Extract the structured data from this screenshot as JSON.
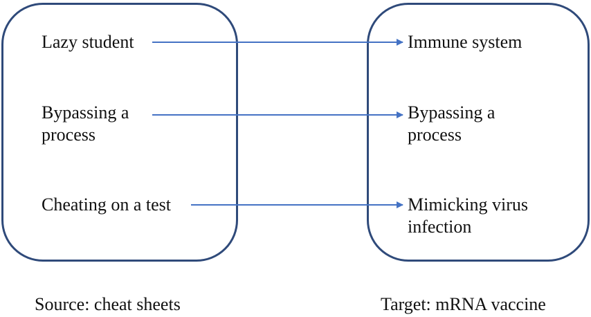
{
  "source": {
    "items": [
      {
        "lines": [
          "Lazy student"
        ]
      },
      {
        "lines": [
          "Bypassing a",
          "process"
        ]
      },
      {
        "lines": [
          "Cheating on a test"
        ]
      }
    ],
    "caption": "Source: cheat sheets"
  },
  "target": {
    "items": [
      {
        "lines": [
          "Immune system"
        ]
      },
      {
        "lines": [
          "Bypassing a",
          "process"
        ]
      },
      {
        "lines": [
          "Mimicking virus",
          "infection"
        ]
      }
    ],
    "caption": "Target: mRNA vaccine"
  },
  "colors": {
    "box_border": "#2f4a7a",
    "arrow": "#4472c4",
    "text": "#111111"
  }
}
